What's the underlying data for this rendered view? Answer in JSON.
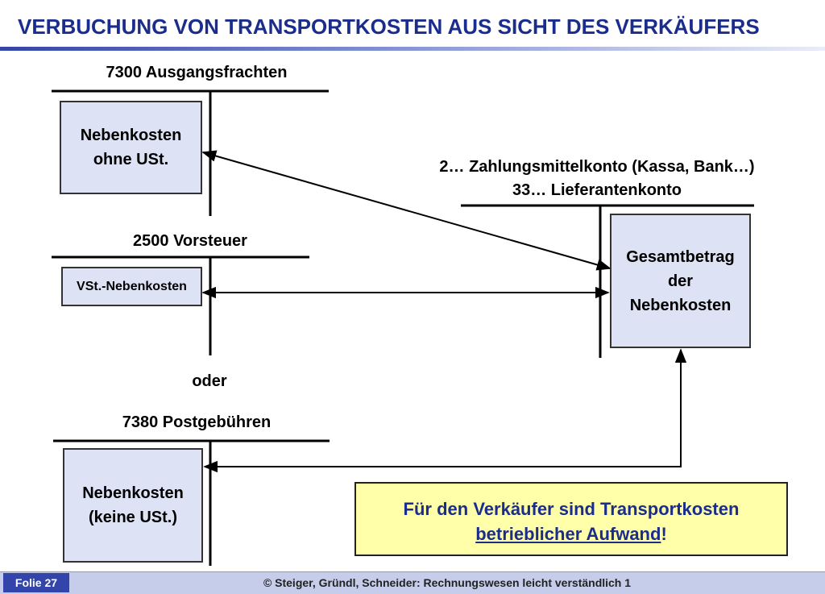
{
  "title": "VERBUCHUNG VON TRANSPORTKOSTEN AUS SICHT DES VERKÄUFERS",
  "accounts": {
    "ausgangsfrachten": {
      "label": "7300 Ausgangsfrachten",
      "entry": "Nebenkosten\nohne USt."
    },
    "vorsteuer": {
      "label": "2500 Vorsteuer",
      "entry": "VSt.-Nebenkosten"
    },
    "zahlungsmittel": {
      "label_line1": "2… Zahlungsmittelkonto (Kassa, Bank…)",
      "label_line2": "33… Lieferantenkonto",
      "entry": "Gesamtbetrag\nder\nNebenkosten"
    },
    "postgebuehren": {
      "label": "7380 Postgebühren",
      "entry": "Nebenkosten\n(keine USt.)"
    }
  },
  "oder": "oder",
  "note": {
    "line1": "Für den Verkäufer sind Transportkosten",
    "line2_underlined": "betrieblicher Aufwand",
    "line2_suffix": "!"
  },
  "footer": {
    "slide": "Folie 27",
    "copyright": "© Steiger, Gründl, Schneider: Rechnungswesen leicht verständlich 1"
  },
  "colors": {
    "title": "#1a2c8c",
    "box_fill": "#dde3f5",
    "note_fill": "#ffffaa",
    "footer_bar": "#c6cdea",
    "folie_badge": "#3344aa"
  }
}
